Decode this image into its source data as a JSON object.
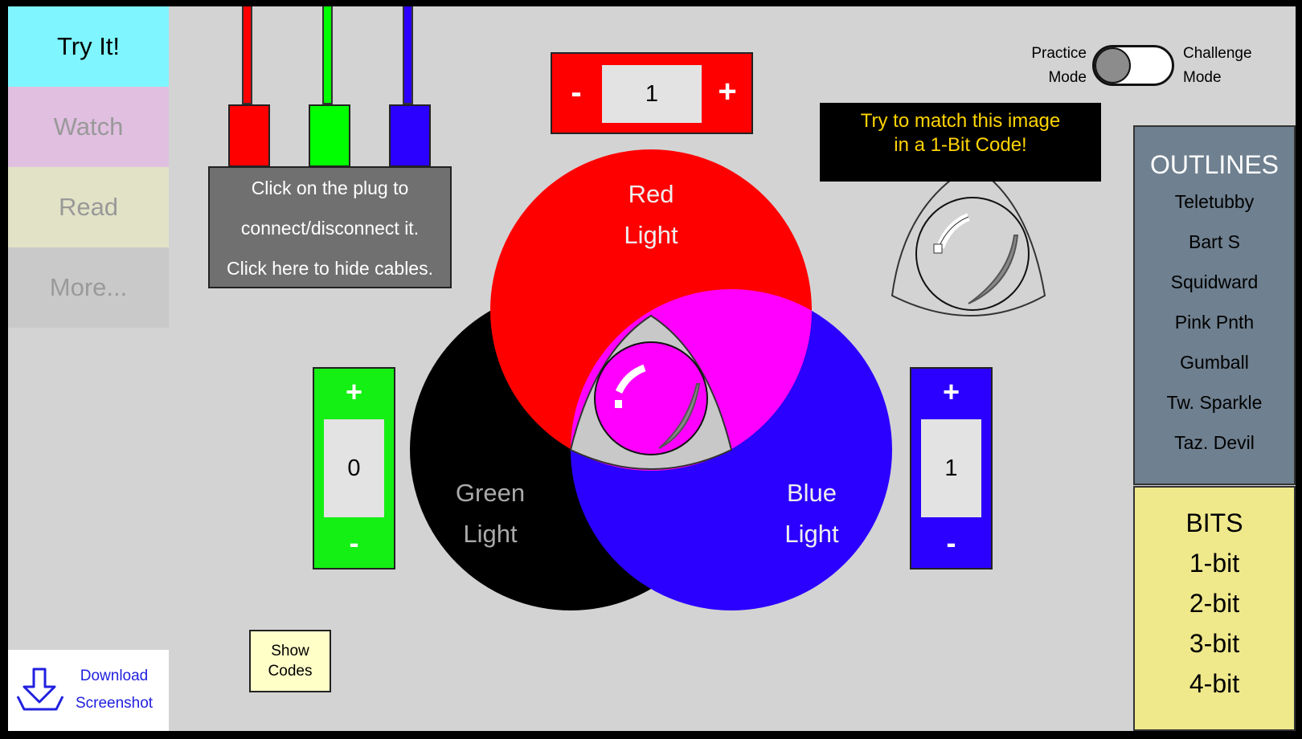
{
  "nav": {
    "tabs": [
      {
        "label": "Try It!"
      },
      {
        "label": "Watch"
      },
      {
        "label": "Read"
      },
      {
        "label": "More..."
      }
    ],
    "download": {
      "line1": "Download",
      "line2": "Screenshot"
    }
  },
  "cables": {
    "colors": [
      "#ff0000",
      "#00ff00",
      "#2b00ff"
    ],
    "info_lines": [
      "Click on the plug to",
      "connect/disconnect it.",
      "Click here to hide cables."
    ]
  },
  "lights": {
    "red": {
      "value": "1",
      "label_line1": "Red",
      "label_line2": "Light",
      "color": "#ff0000"
    },
    "green": {
      "value": "0",
      "label_line1": "Green",
      "label_line2": "Light",
      "color": "#000000"
    },
    "blue": {
      "value": "1",
      "label_line1": "Blue",
      "label_line2": "Light",
      "color": "#2b00ff"
    },
    "mix_color": "#ff00ff",
    "plus": "+",
    "minus": "-"
  },
  "mode": {
    "practice_line1": "Practice",
    "practice_line2": "Mode",
    "challenge_line1": "Challenge",
    "challenge_line2": "Mode",
    "selected": "Practice"
  },
  "challenge": {
    "line1": "Try to match this image",
    "line2": "in a 1-Bit Code!"
  },
  "outlines": {
    "title": "OUTLINES",
    "items": [
      "Teletubby",
      "Bart S",
      "Squidward",
      "Pink Pnth",
      "Gumball",
      "Tw. Sparkle",
      "Taz. Devil"
    ]
  },
  "bits": {
    "title": "BITS",
    "items": [
      "1-bit",
      "2-bit",
      "3-bit",
      "4-bit"
    ]
  },
  "show_codes": {
    "line1": "Show",
    "line2": "Codes"
  }
}
